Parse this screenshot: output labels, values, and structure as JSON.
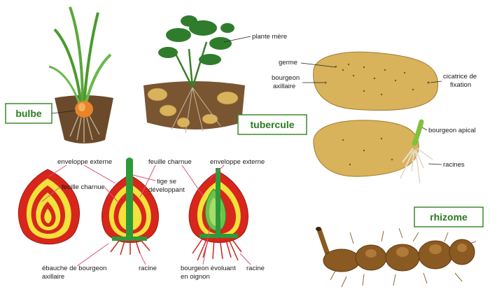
{
  "colors": {
    "label_box_border": "#3a8a2c",
    "label_box_text": "#2a7a1f",
    "bulb_red": "#d8261c",
    "bulb_yellow": "#f2e23a",
    "leaf_green": "#2d9a3a",
    "potato": "#d9b25c",
    "soil": "#6b4a2b",
    "leader_pink": "#e0507a"
  },
  "panels": {
    "bulbe": {
      "title": "bulbe"
    },
    "tubercule": {
      "title": "tubercule",
      "plant_label": "plante mère"
    },
    "potato_detail": {
      "germe": "germe",
      "bourgeon_axillaire_1": "bourgeon",
      "bourgeon_axillaire_2": "axillaire",
      "cicatrice_1": "cicatrice de",
      "cicatrice_2": "fixation",
      "bourgeon_apical": "bourgeon apical",
      "racines": "racines"
    },
    "bulb_sections": {
      "enveloppe_externe_1": "enveloppe externe",
      "feuille_charnue_1": "feuille charnue",
      "feuille_charnue_2": "feuille charnue",
      "tige_1": "tige se",
      "tige_2": "développant",
      "enveloppe_externe_2": "enveloppe externe",
      "ebauche_1": "ébauche de bourgeon",
      "ebauche_2": "axillaire",
      "racine_1": "racine",
      "bourgeon_evoluant_1": "bourgeon évoluant",
      "bourgeon_evoluant_2": "en oignon",
      "racine_2": "racine"
    },
    "rhizome": {
      "title": "rhizome"
    }
  }
}
